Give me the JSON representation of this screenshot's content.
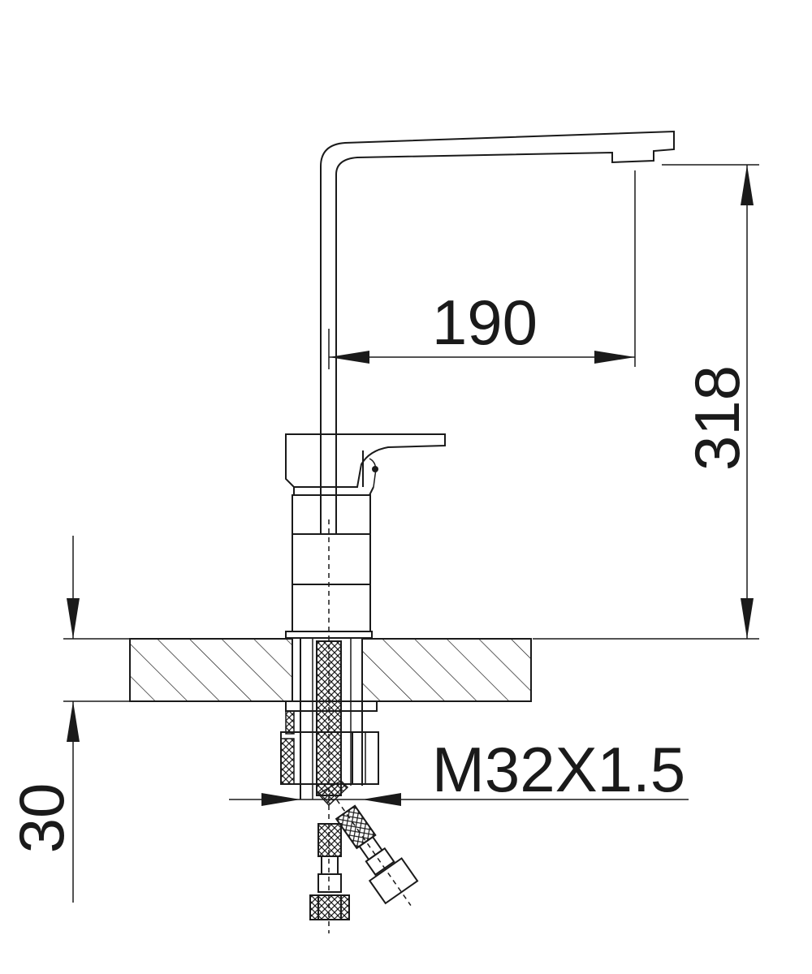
{
  "dimensions": {
    "spout_reach": "190",
    "total_height": "318",
    "max_deck_thickness": "30",
    "thread_size": "M32X1.5"
  },
  "colors": {
    "line": "#1a1a1a",
    "background": "#ffffff"
  }
}
